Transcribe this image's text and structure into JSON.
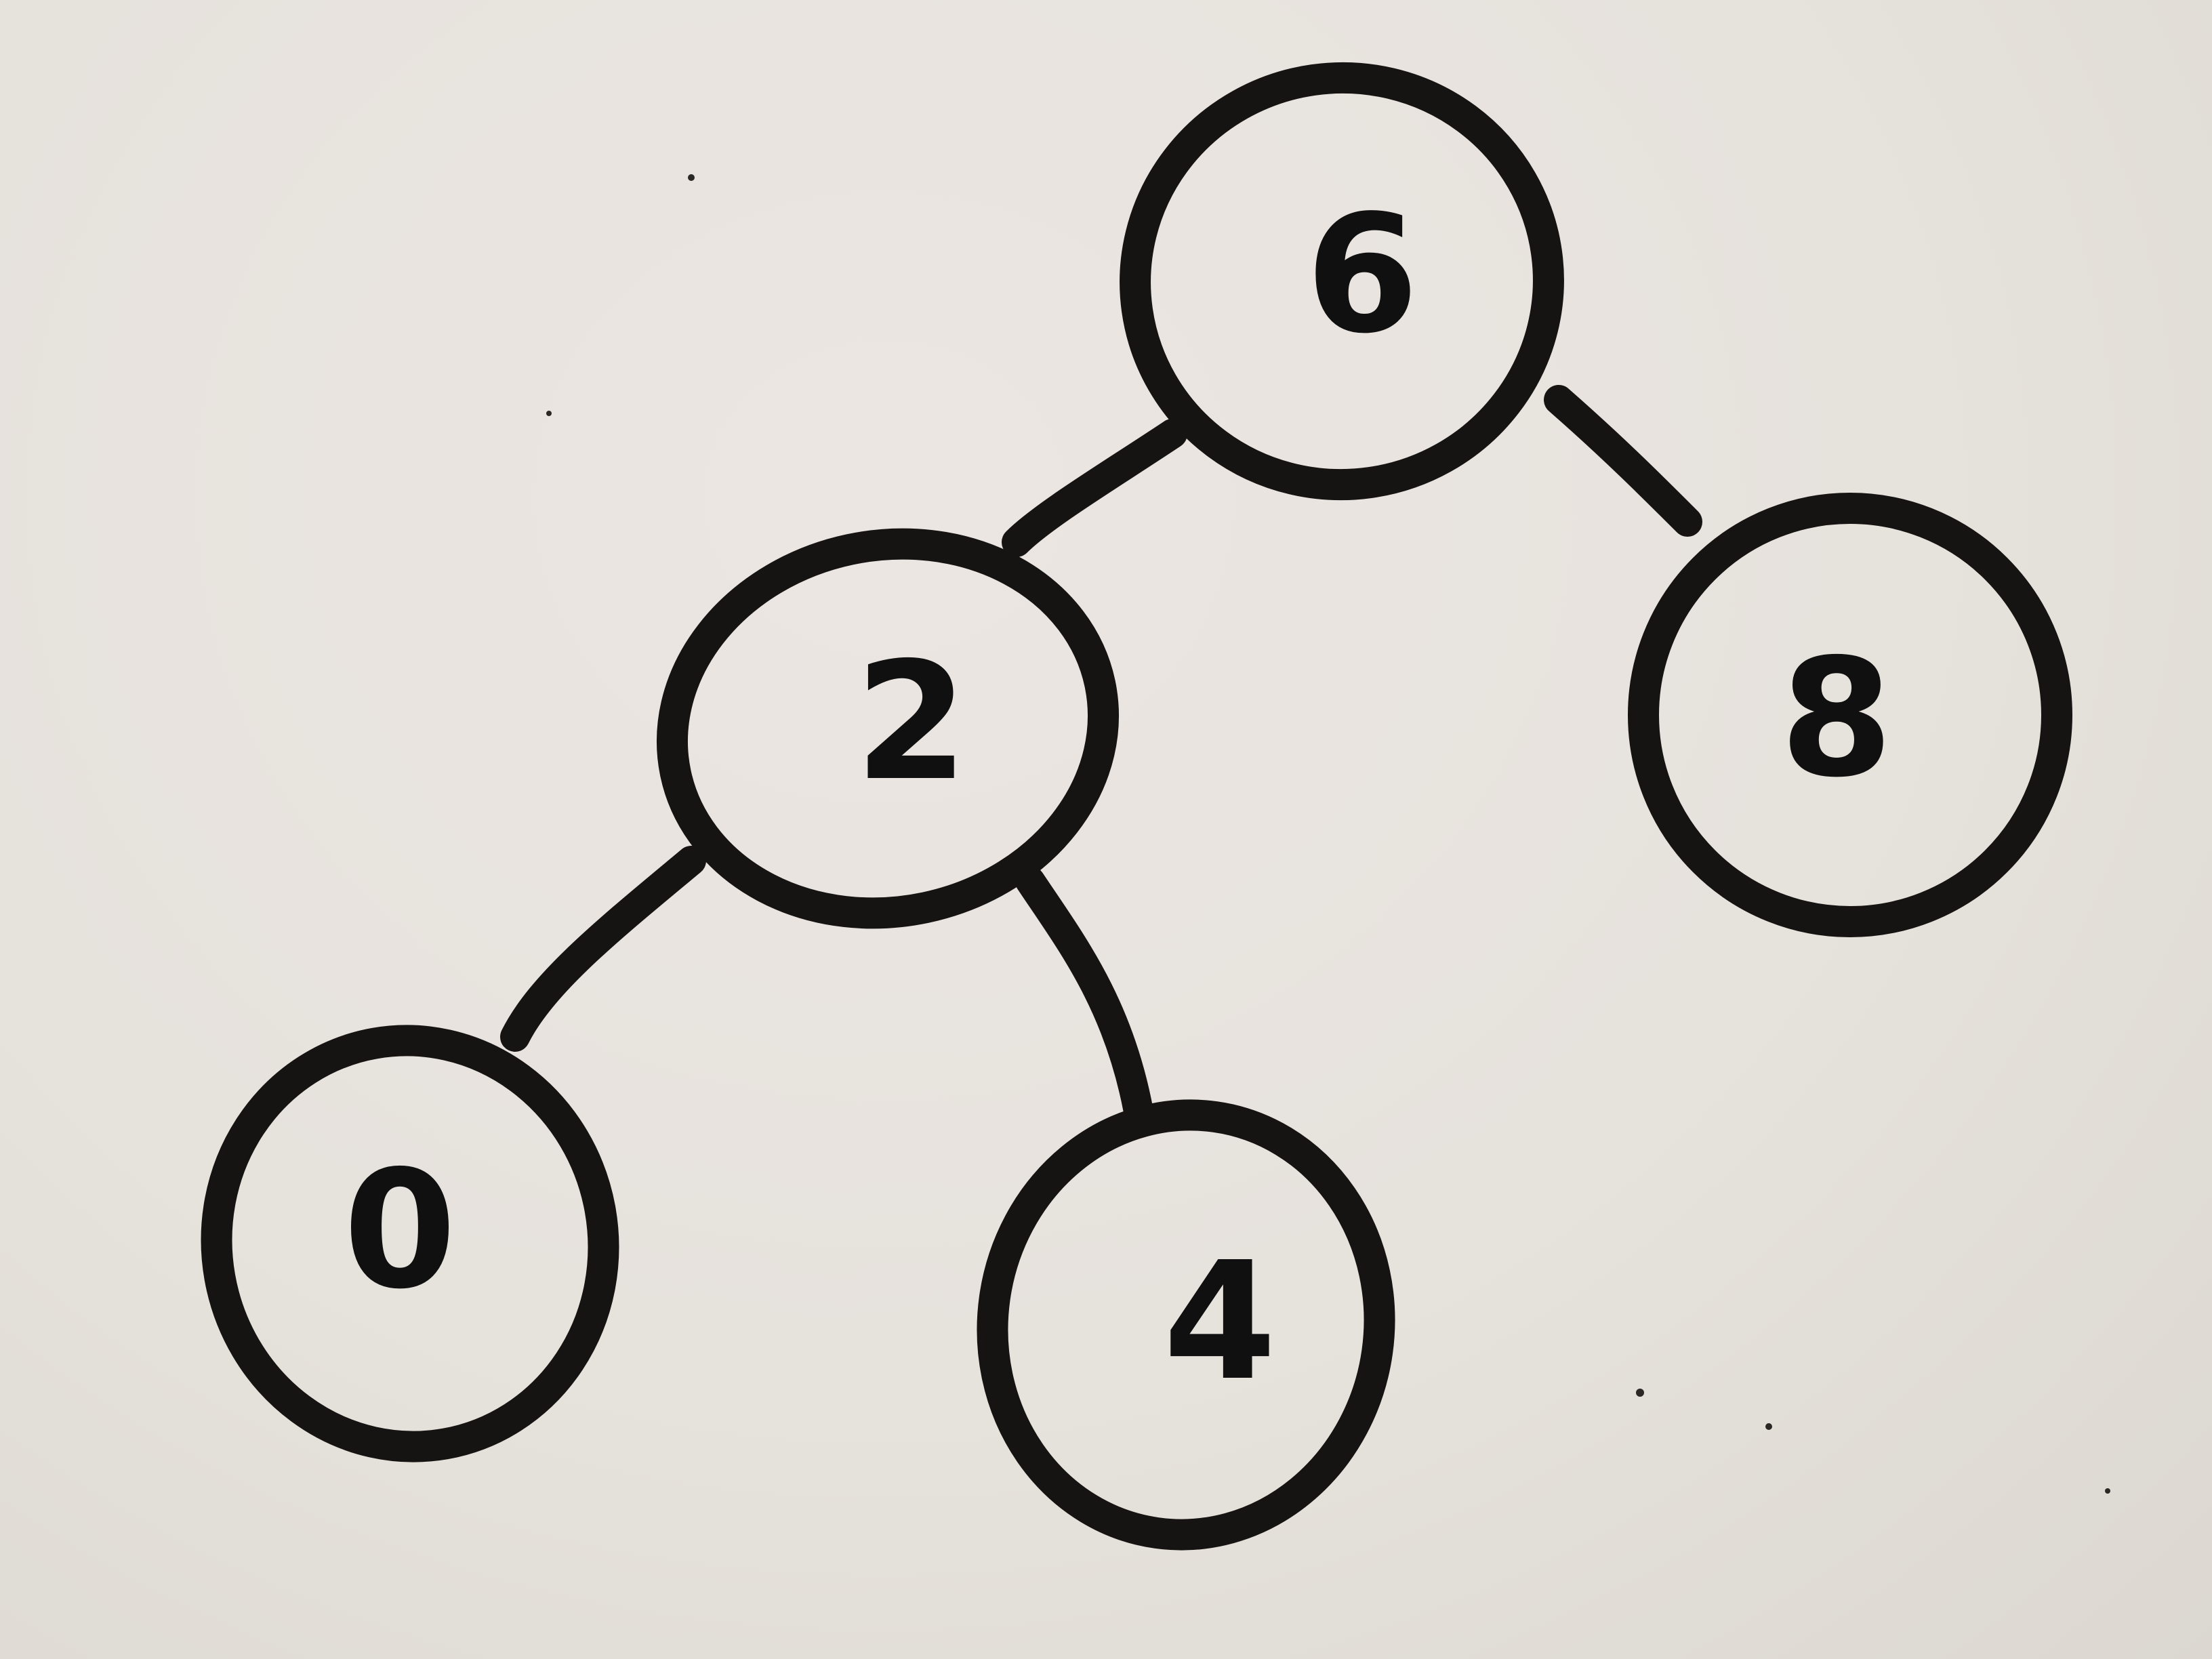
{
  "diagram": {
    "type": "binary-tree",
    "ink_color": "#161412",
    "board_color": "#e9e4df",
    "root": "6",
    "nodes": [
      {
        "id": "n6",
        "label": "6"
      },
      {
        "id": "n2",
        "label": "2"
      },
      {
        "id": "n8",
        "label": "8"
      },
      {
        "id": "n0",
        "label": "0"
      },
      {
        "id": "n4",
        "label": "4"
      }
    ],
    "edges": [
      {
        "from": "6",
        "to": "2"
      },
      {
        "from": "6",
        "to": "8"
      },
      {
        "from": "2",
        "to": "0"
      },
      {
        "from": "2",
        "to": "4"
      }
    ]
  }
}
